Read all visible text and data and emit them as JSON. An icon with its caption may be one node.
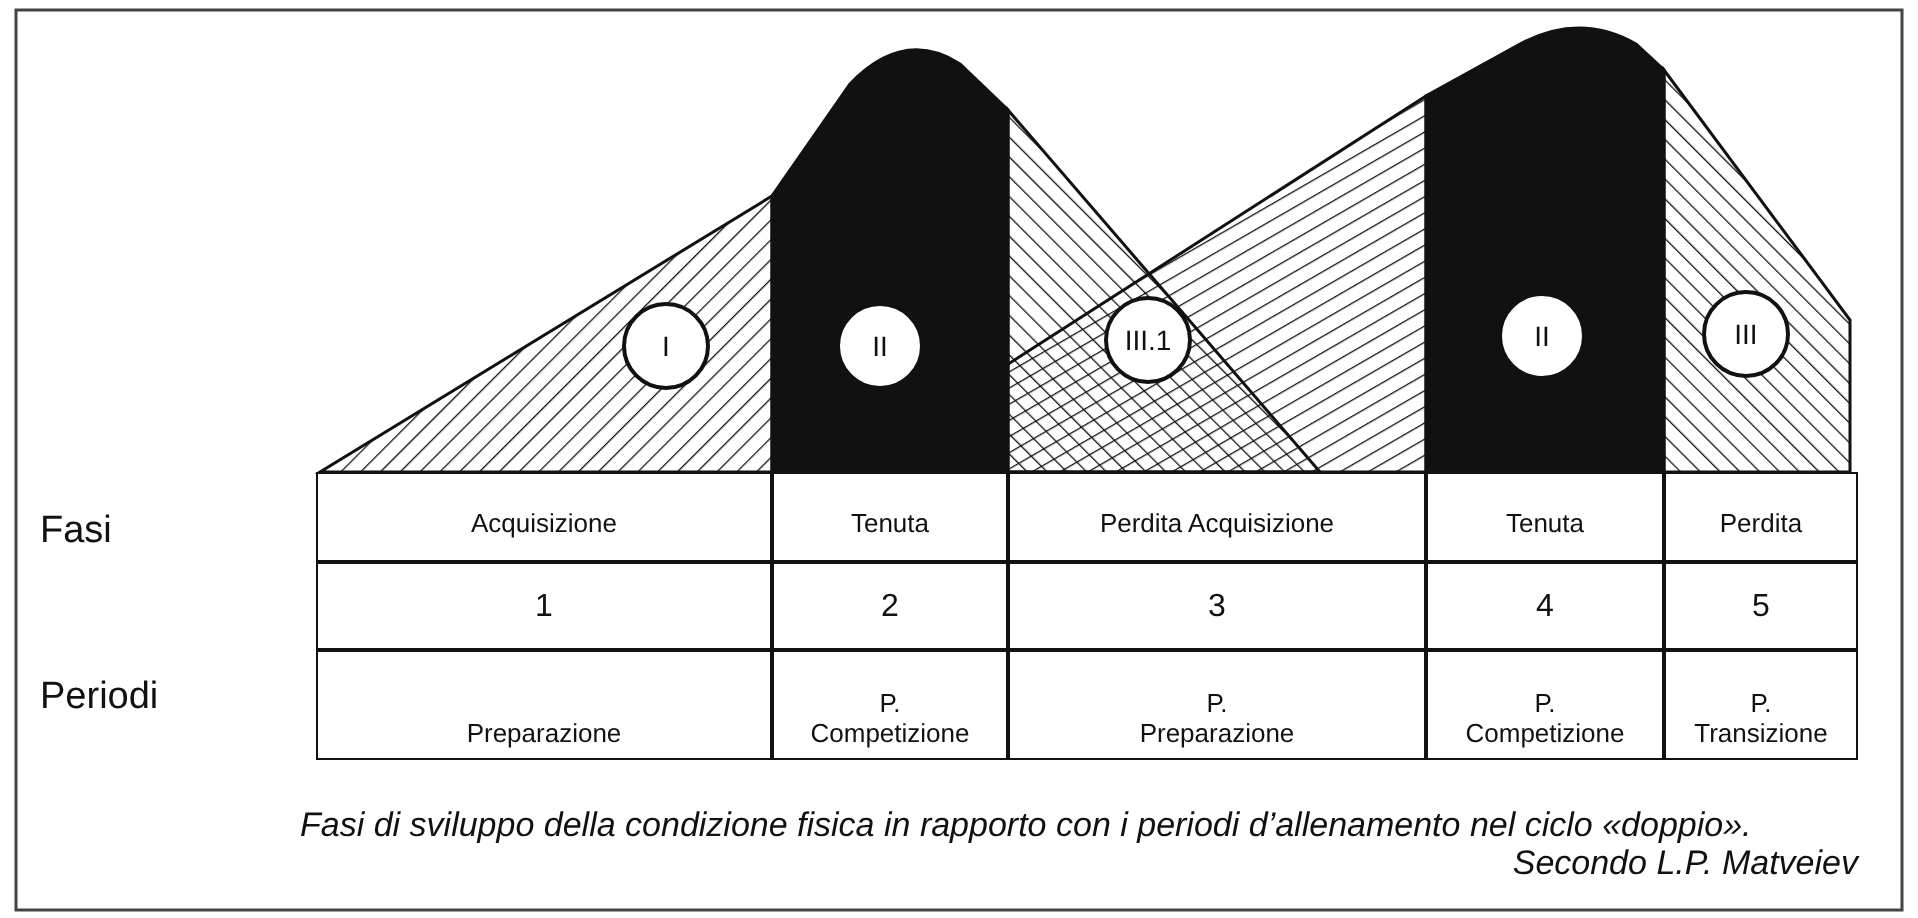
{
  "diagram": {
    "caption": "Fasi di sviluppo della condizione fisica in rapporto con i periodi d’allenamento nel ciclo «doppio».",
    "nodes": [
      {
        "text": [
          "I"
        ]
      },
      {
        "text": [
          "II"
        ]
      },
      {
        "text": [
          "III.1"
        ]
      },
      {
        "text": [
          "II"
        ]
      },
      {
        "text": [
          "III"
        ]
      }
    ],
    "labels": [
      "Fasi",
      "Acquisizione",
      "Tenuta",
      "Perdita Acquisizione",
      "Tenuta",
      "Perdita",
      "1",
      "2",
      "3",
      "4",
      "5",
      "Periodi",
      "Preparazione",
      "P. Competizione",
      "P. Preparazione",
      "P. Competizione",
      "P. Transizione",
      "Secondo L.P. Matveiev"
    ]
  }
}
